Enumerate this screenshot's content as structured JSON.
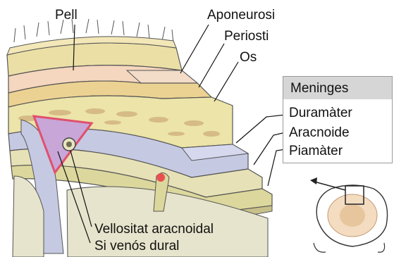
{
  "labels": {
    "pell": "Pell",
    "aponeurosi": "Aponeurosi",
    "periosti": "Periosti",
    "os": "Os",
    "duramater": "Duramàter",
    "aracnoide": "Aracnoide",
    "piamater": "Piamàter",
    "vellositat": "Vellositat aracnoidal",
    "sinus": "Si venós dural"
  },
  "legend": {
    "title": "Meninges"
  },
  "colors": {
    "skin": "#ecdfa6",
    "aponeurosis": "#f5d6be",
    "periosteum": "#ecd292",
    "bone": "#ece4a8",
    "dura": "#c5c9e2",
    "arachnoid": "#e7e1b7",
    "pia": "#dcd79c",
    "sinus": "#c8a6d8",
    "sinus_border": "#e0506e",
    "brain": "#e6e4cc",
    "legend_header": "#d6d6d6"
  }
}
